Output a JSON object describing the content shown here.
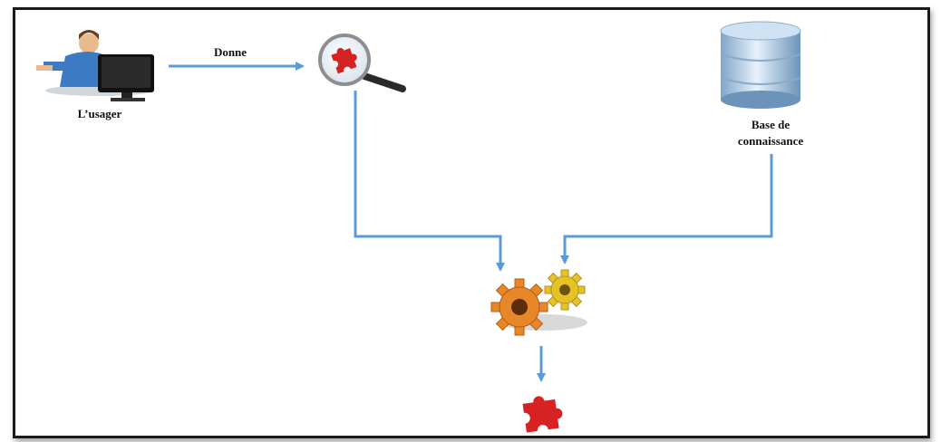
{
  "diagram": {
    "user_label": "L’usager",
    "edge_label": "Donne",
    "kb_label_line1": "Base de",
    "kb_label_line2": "connaissance"
  },
  "colors": {
    "arrow": "#5b9bd5",
    "puzzle": "#d62222",
    "gear_orange": "#e8862a",
    "gear_yellow": "#e6c229",
    "database": "#bcd6ee"
  }
}
